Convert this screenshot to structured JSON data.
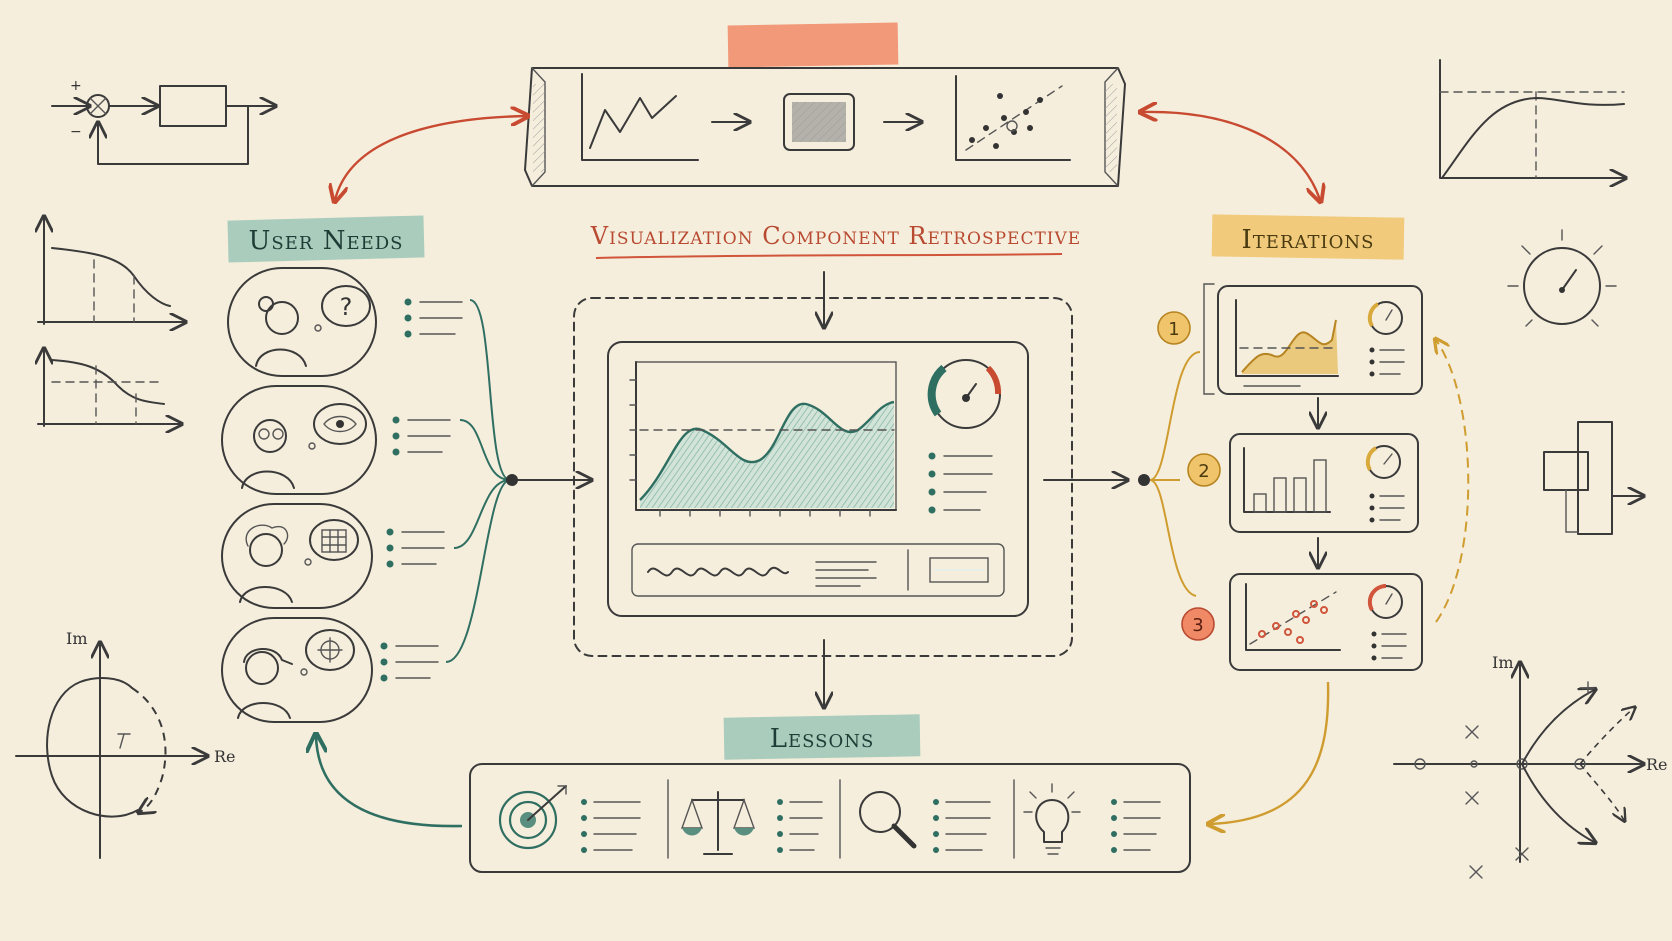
{
  "title": "Visualization Component Retrospective",
  "sections": {
    "user_needs": "User Needs",
    "iterations": "Iterations",
    "lessons": "Lessons"
  },
  "iteration_numbers": [
    "1",
    "2",
    "3"
  ],
  "axis_labels": {
    "im_left": "Im",
    "re_left": "Re",
    "im_right": "Im",
    "re_right": "Re"
  },
  "block_diagram_signs": {
    "plus": "+",
    "minus": "−"
  },
  "colors": {
    "background": "#f6eedd",
    "ink": "#3a3a3a",
    "teal": "#2f6f62",
    "teal_highlight": "#8fc0b0",
    "gold": "#d9a93c",
    "gold_highlight": "#f0c46a",
    "red": "#d0553a",
    "red_highlight": "#f08a66"
  },
  "icons": {
    "user_thoughts": [
      "question-icon",
      "eye-icon",
      "grid-icon",
      "crosshair-icon"
    ],
    "lessons": [
      "target-icon",
      "scale-icon",
      "magnifier-icon",
      "lightbulb-icon"
    ]
  }
}
